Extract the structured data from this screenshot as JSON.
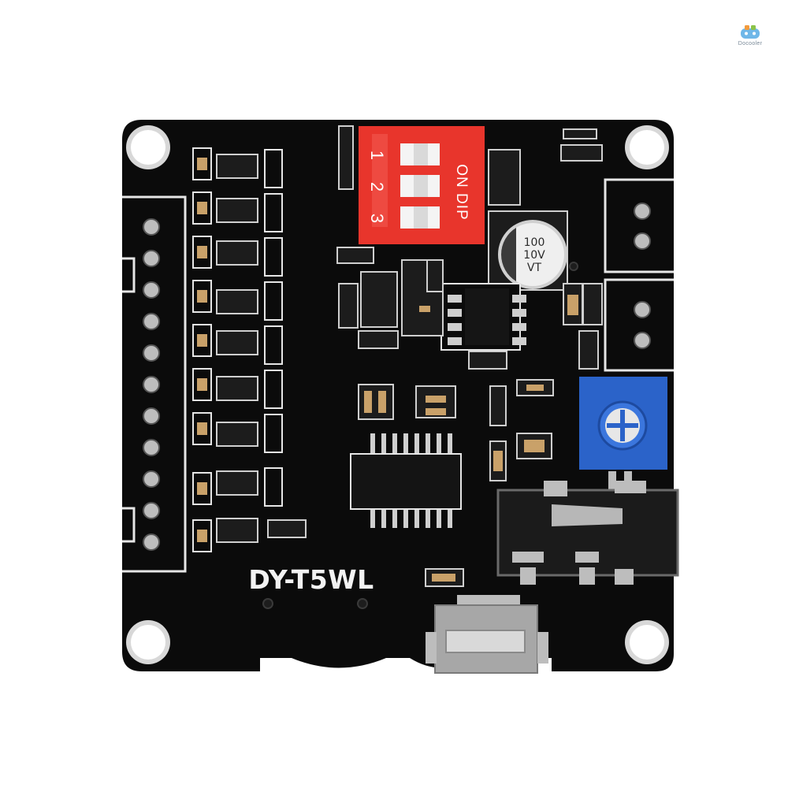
{
  "watermark": {
    "brand": "Docooler",
    "icon": "gamepad-icon"
  },
  "board": {
    "model_label": "DY-T5WL",
    "dip_switch": {
      "label": "ON DIP",
      "positions": [
        "1",
        "2",
        "3"
      ]
    },
    "capacitor": {
      "line1": "100",
      "line2": "10V",
      "line3": "VT"
    },
    "colors": {
      "pcb": "#0b0b0b",
      "silkscreen": "#f2f2f2",
      "dip_body": "#e8352c",
      "potentiometer": "#2b63c9",
      "pad_gold": "#c9a169",
      "usb_metal": "#a7a7a7"
    }
  }
}
